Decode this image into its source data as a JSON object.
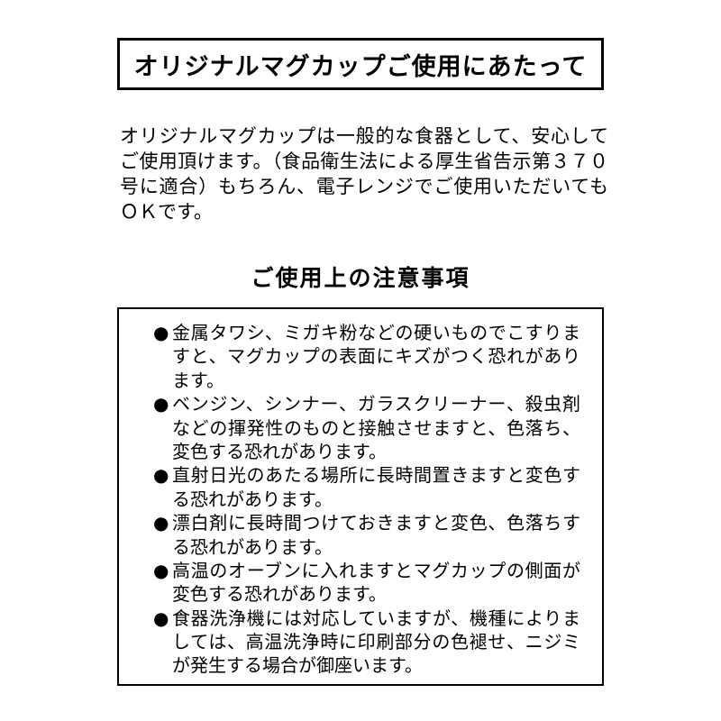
{
  "page": {
    "title": "オリジナルマグカップご使用にあたって",
    "intro": "オリジナルマグカップは一般的な食器として、安心してご使用頂けます。（食品衛生法による厚生省告示第３７０号に適合）もちろん、電子レンジでご使用いただいてもＯＫです。",
    "section_heading": "ご使用上の注意事項",
    "notice": {
      "bullet": "●",
      "items": [
        "金属タワシ、ミガキ粉などの硬いものでこすりますと、マグカップの表面にキズがつく恐れがあります。",
        "ベンジン、シンナー、ガラスクリーナー、殺虫剤などの揮発性のものと接触させますと、色落ち、変色する恐れがあります。",
        "直射日光のあたる場所に長時間置きますと変色する恐れがあります。",
        "漂白剤に長時間つけておきますと変色、色落ちする恐れがあります。",
        "高温のオーブンに入れますとマグカップの側面が変色する恐れがあります。",
        "食器洗浄機には対応していますが、機種によりましては、高温洗浄時に印刷部分の色褪せ、ニジミが発生する場合が御座います。"
      ]
    },
    "colors": {
      "background": "#ffffff",
      "border": "#000000",
      "text": "#000000"
    }
  }
}
